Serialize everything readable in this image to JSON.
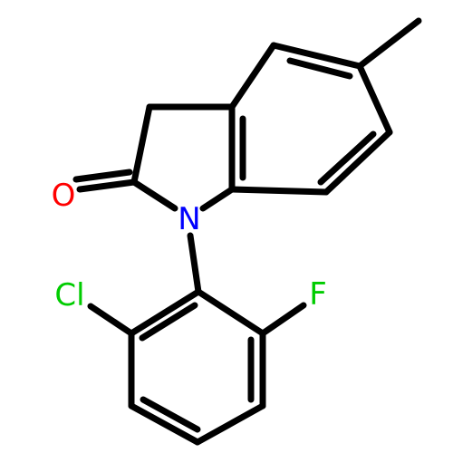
{
  "molecule": {
    "atoms": [
      {
        "id": "O",
        "symbol": "O",
        "color": "#ff0000"
      },
      {
        "id": "N",
        "symbol": "N",
        "color": "#0000ff"
      },
      {
        "id": "Cl",
        "symbol": "Cl",
        "color": "#00cc00"
      },
      {
        "id": "F",
        "symbol": "F",
        "color": "#00cc00"
      }
    ]
  }
}
